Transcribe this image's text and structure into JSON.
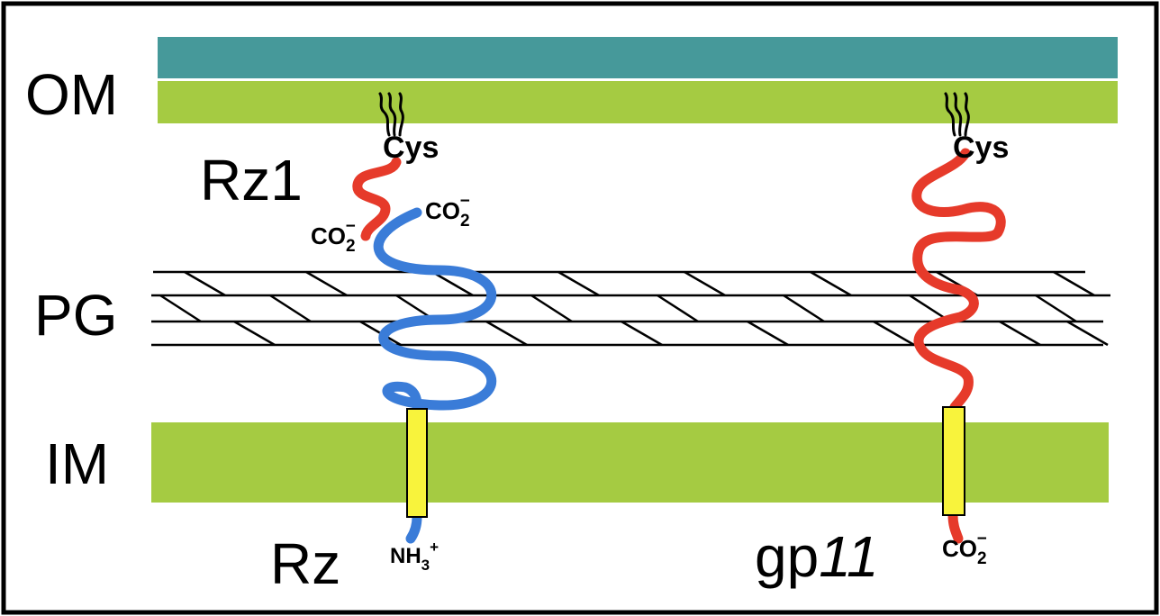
{
  "colors": {
    "outer_membrane_top": "#46999A",
    "membrane_green": "#A5CB42",
    "rz1_chain": "#E63A2A",
    "rz_chain": "#3A7CD8",
    "gp11_chain": "#E63A2A",
    "transmembrane_domain": "#F8F33C",
    "frame": "#000000"
  },
  "layers": {
    "om": "OM",
    "pg": "PG",
    "im": "IM"
  },
  "proteins": {
    "rz1": {
      "label": "Rz1",
      "lipid_residue": "Cys",
      "terminus": {
        "base": "CO",
        "sub": "2",
        "sup": "−"
      }
    },
    "rz": {
      "label": "Rz",
      "top_terminus": {
        "base": "CO",
        "sub": "2",
        "sup": "−"
      },
      "bottom_terminus": {
        "base": "NH",
        "sub": "3",
        "sup": "+"
      }
    },
    "gp11": {
      "label_prefix": "gp",
      "label_number": "11",
      "lipid_residue": "Cys",
      "terminus": {
        "base": "CO",
        "sub": "2",
        "sup": "−"
      }
    }
  },
  "icons": {
    "lipid_anchor": "lipid-tail-icon"
  }
}
